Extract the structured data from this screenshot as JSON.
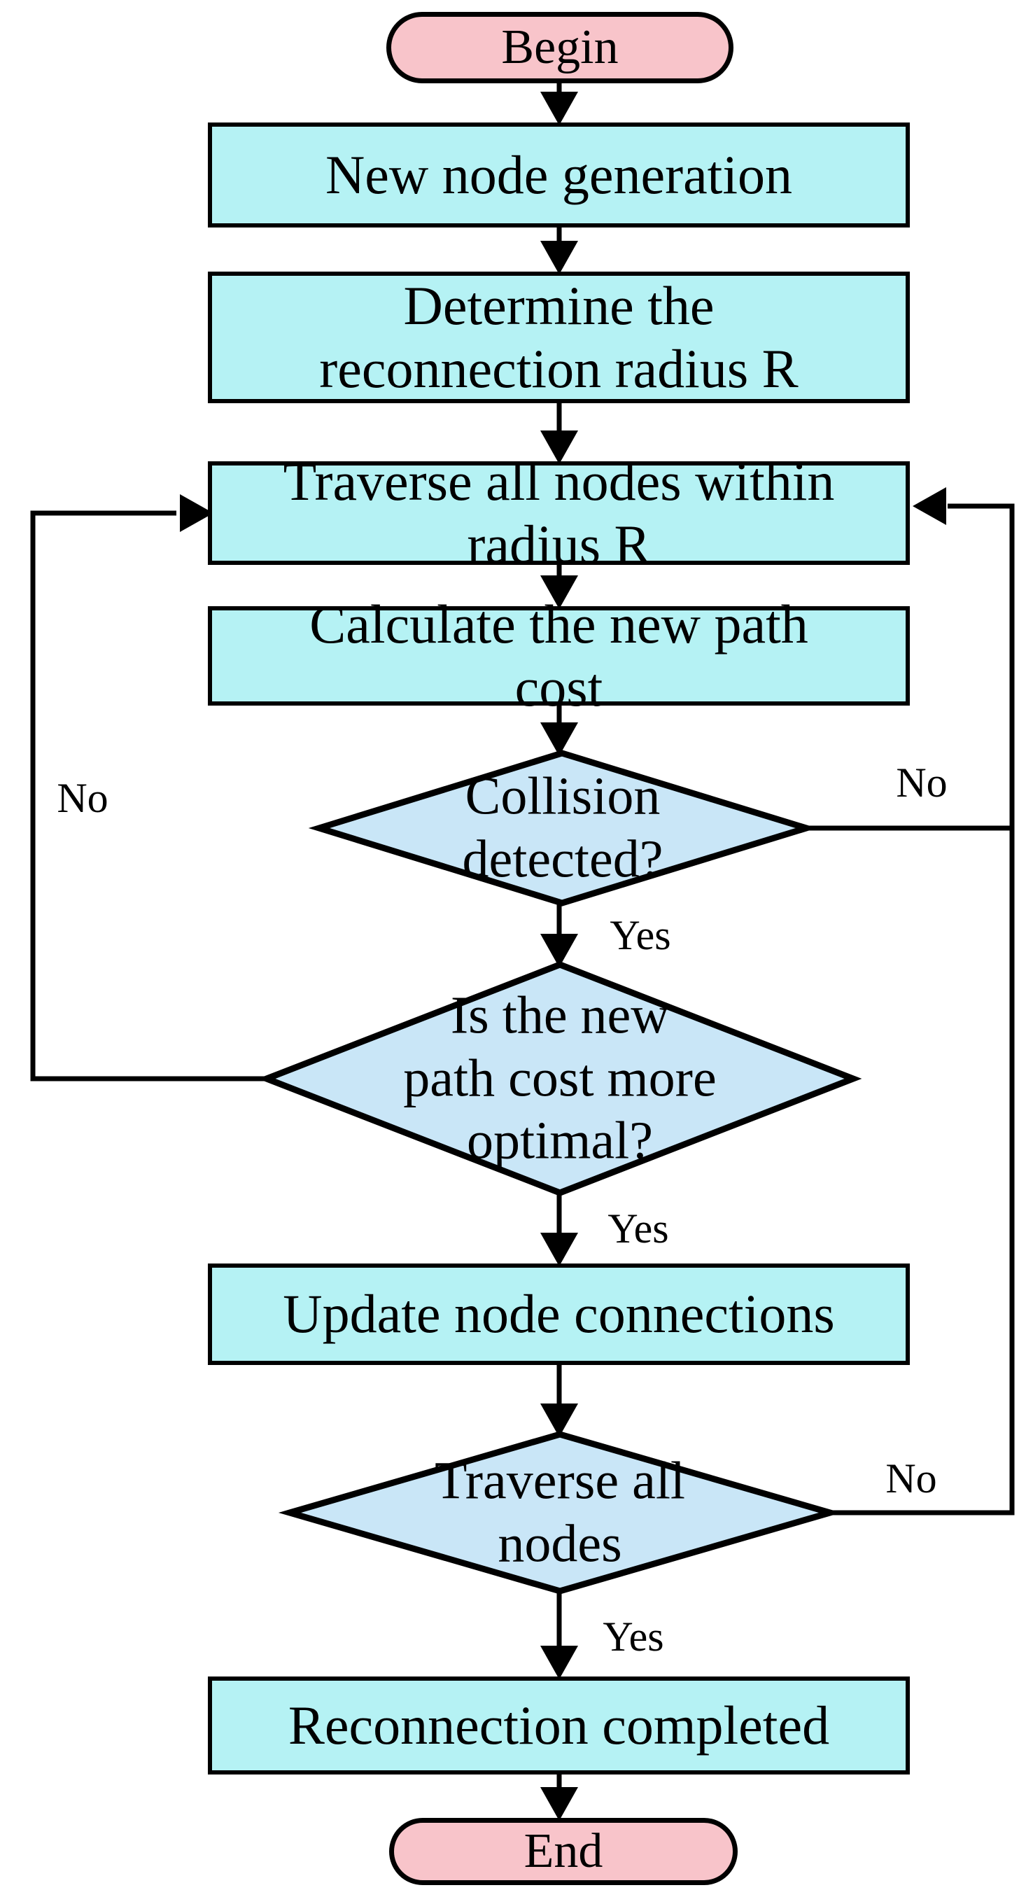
{
  "diagram": {
    "colors": {
      "terminal_fill": "#f8c4ca",
      "process_fill": "#b5f2f4",
      "decision_fill": "#c9e6f7",
      "stroke": "#000000"
    },
    "nodes": {
      "begin": {
        "type": "terminal",
        "label": "Begin"
      },
      "new_node_generation": {
        "type": "process",
        "lines": [
          "New node generation"
        ]
      },
      "determine_radius": {
        "type": "process",
        "lines": [
          "Determine the",
          "reconnection radius R"
        ]
      },
      "traverse_within_radius": {
        "type": "process",
        "lines": [
          "Traverse all nodes within",
          "radius R"
        ]
      },
      "calculate_cost": {
        "type": "process",
        "lines": [
          "Calculate the new path",
          "cost"
        ]
      },
      "collision_detected": {
        "type": "decision",
        "lines": [
          "Collision",
          "detected?"
        ]
      },
      "cost_more_optimal": {
        "type": "decision",
        "lines": [
          "Is the new",
          "path cost more",
          "optimal?"
        ]
      },
      "update_connections": {
        "type": "process",
        "lines": [
          "Update node connections"
        ]
      },
      "traverse_all_nodes": {
        "type": "decision",
        "lines": [
          "Traverse all",
          "nodes"
        ]
      },
      "reconnection_completed": {
        "type": "process",
        "lines": [
          "Reconnection completed"
        ]
      },
      "end": {
        "type": "terminal",
        "label": "End"
      }
    },
    "edge_labels": {
      "collision_yes": {
        "text": "Yes"
      },
      "collision_no": {
        "text": "No"
      },
      "optimal_yes": {
        "text": "Yes"
      },
      "optimal_no": {
        "text": "No"
      },
      "traverse_yes": {
        "text": "Yes"
      },
      "traverse_no": {
        "text": "No"
      }
    }
  }
}
